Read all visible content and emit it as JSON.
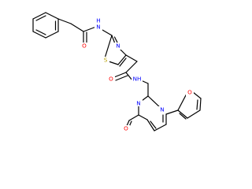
{
  "molecule": {
    "atom_colors": {
      "N": "#0000ff",
      "O": "#ff0000",
      "S": "#b8a000",
      "C": "#000000"
    },
    "atoms": [
      {
        "id": "a_N_amide1",
        "text": "N",
        "el": "N"
      },
      {
        "id": "a_H_amide1",
        "text": "H",
        "el": "N"
      },
      {
        "id": "a_O_amide1",
        "text": "O",
        "el": "O"
      },
      {
        "id": "a_N_thiazole",
        "text": "N",
        "el": "N"
      },
      {
        "id": "a_S_thiazole",
        "text": "S",
        "el": "S"
      },
      {
        "id": "a_O_amide2",
        "text": "O",
        "el": "O"
      },
      {
        "id": "a_N_amide2",
        "text": "NH",
        "el": "N"
      },
      {
        "id": "a_N_pyr1",
        "text": "N",
        "el": "N"
      },
      {
        "id": "a_N_pyr2",
        "text": "N",
        "el": "N"
      },
      {
        "id": "a_O_pyr",
        "text": "O",
        "el": "O"
      },
      {
        "id": "a_O_furan",
        "text": "O",
        "el": "O"
      }
    ]
  }
}
